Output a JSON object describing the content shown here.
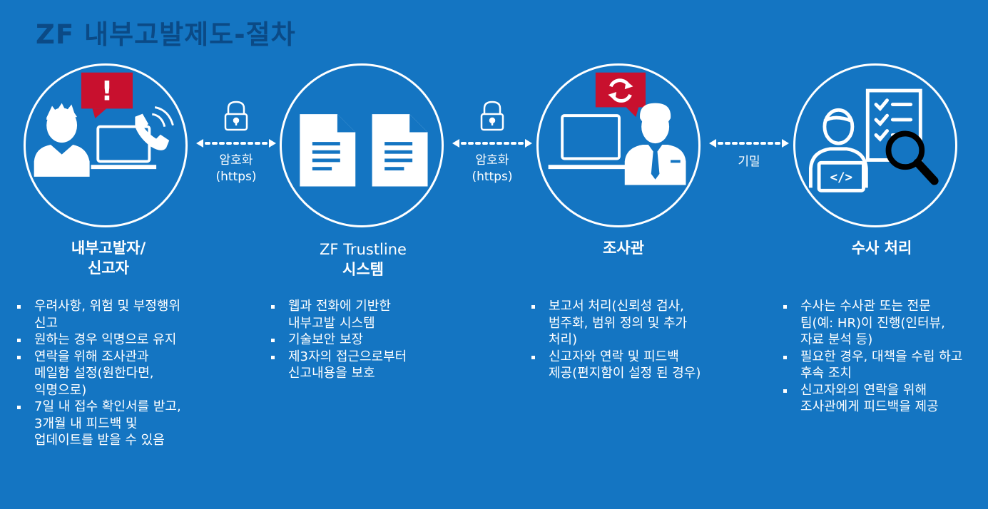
{
  "title": "ZF 내부고발제도-절차",
  "colors": {
    "background": "#1475c2",
    "title": "#0b4a86",
    "alert_red": "#c8102e",
    "icon": "#ffffff"
  },
  "connectors": [
    {
      "icon": "lock-icon",
      "label_line1": "암호화",
      "label_line2": "(https)"
    },
    {
      "icon": "lock-icon",
      "label_line1": "암호화",
      "label_line2": "(https)"
    },
    {
      "label_line1": "기밀"
    }
  ],
  "stages": [
    {
      "icons": [
        "person-icon",
        "laptop-icon",
        "phone-icon",
        "alert-bubble-icon"
      ],
      "name_line1": "내부고발자/",
      "name_line2": "신고자",
      "alert_text": "!",
      "bullets": [
        "우려사항, 위험 및 부정행위\n신고",
        "원하는 경우 익명으로 유지",
        "연락을 위해 조사관과\n메일함 설정(원한다면,\n익명으로)",
        "7일 내 접수 확인서를 받고,\n3개월 내 피드백 및\n업데이트를 받을 수 있음"
      ]
    },
    {
      "icons": [
        "document-icon",
        "document-icon"
      ],
      "name_line1": "ZF Trustline",
      "name_line2": "시스템",
      "bullets": [
        "웹과 전화에 기반한\n내부고발 시스템",
        "기술보안 보장",
        "제3자의 접근으로부터\n신고내용을 보호"
      ]
    },
    {
      "icons": [
        "laptop-icon",
        "investigator-icon",
        "refresh-bubble-icon"
      ],
      "name_line1": "조사관",
      "bullets": [
        "보고서 처리(신뢰성 검사,\n범주화, 범위 정의 및 추가\n처리)",
        "신고자와 연락 및 피드백\n제공(편지함이 설정 된 경우)"
      ]
    },
    {
      "icons": [
        "person-icon",
        "code-laptop-icon",
        "checklist-icon",
        "magnifier-icon"
      ],
      "name_line1": "수사 처리",
      "bullets": [
        "수사는 수사관 또는 전문\n팀(예: HR)이 진행(인터뷰,\n자료 분석 등)",
        "필요한 경우, 대책을 수립 하고\n후속 조치",
        "신고자와의 연락을 위해\n조사관에게 피드백을 제공"
      ]
    }
  ]
}
